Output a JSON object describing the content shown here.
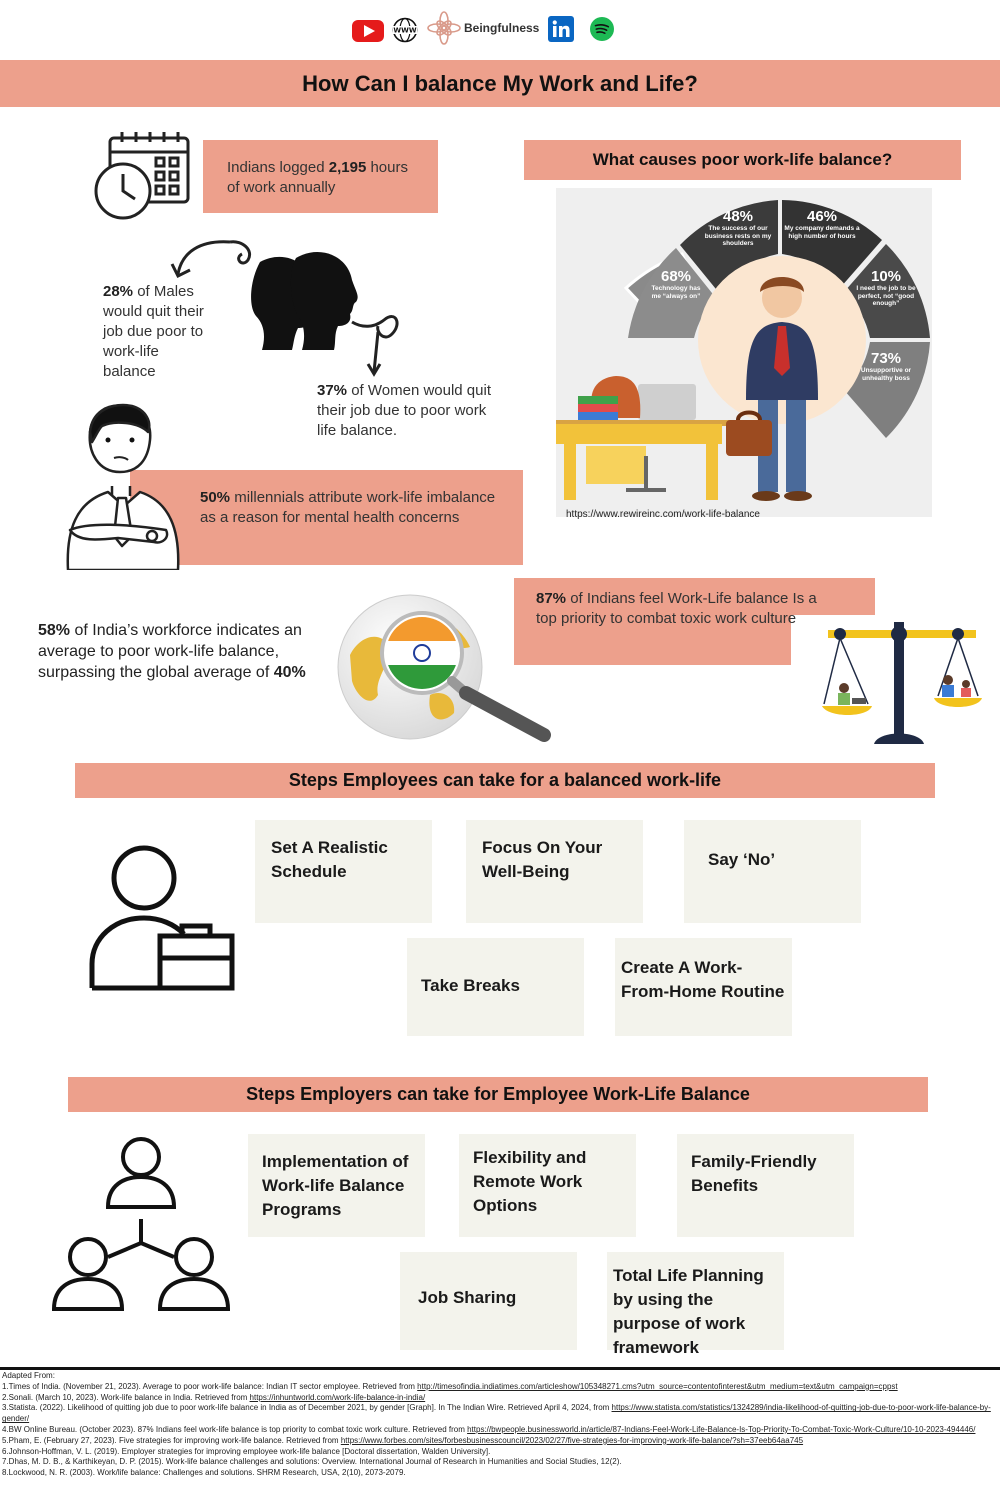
{
  "brand": {
    "name": "Beingfulness"
  },
  "title": "How Can I balance My Work and Life?",
  "stats": {
    "hours": {
      "pre": "Indians logged ",
      "bold": "2,195",
      "post": " hours of work annually"
    },
    "males": {
      "bold": "28%",
      "post": " of Males would quit their job due poor to work-life balance"
    },
    "women": {
      "bold": "37%",
      "post": " of Women would quit their job due to poor work life balance."
    },
    "millennials": {
      "bold": "50%",
      "post": " millennials attribute work-life imbalance as a reason for mental health concerns"
    },
    "india": {
      "bold1": "58%",
      "mid": " of India’s workforce indicates an average to poor work-life balance, surpassing the global average of ",
      "bold2": "40%"
    },
    "priority": {
      "bold": "87%",
      "post": " of Indians feel Work-Life balance Is a top priority to combat toxic work culture"
    }
  },
  "causes": {
    "title": "What causes  poor work-life  balance?",
    "source": "https://www.rewireinc.com/work-life-balance",
    "segments": [
      {
        "pct": "68%",
        "label": "Technology has me “always on”"
      },
      {
        "pct": "48%",
        "label": "The success of our business rests on my shoulders"
      },
      {
        "pct": "46%",
        "label": "My company demands a high number of hours"
      },
      {
        "pct": "10%",
        "label": "I need the job to be perfect, not “good enough”"
      },
      {
        "pct": "73%",
        "label": "Unsupportive or unhealthy boss"
      }
    ]
  },
  "employees": {
    "title": "Steps Employees can take for a balanced work-life",
    "steps": [
      "Set A Realistic Schedule",
      "Focus On Your Well-Being",
      "Say ‘No’",
      "Take Breaks",
      "Create A Work-From-Home Routine"
    ]
  },
  "employers": {
    "title": "Steps Employers can take for Employee Work-Life Balance",
    "steps": [
      "Implementation of Work-life Balance Programs",
      "Flexibility and Remote Work Options",
      "Family-Friendly Benefits",
      "Job Sharing",
      "Total Life Planning by using the purpose of work framework"
    ]
  },
  "references": {
    "heading": "Adapted From:",
    "items": [
      {
        "text": "1.Times of India. (November 21, 2023). Average to poor work-life balance: Indian IT sector employee. Retrieved from ",
        "link": "http://timesofindia.indiatimes.com/articleshow/105348271.cms?utm_source=contentofinterest&utm_medium=text&utm_campaign=cppst"
      },
      {
        "text": "2.Sonali. (March 10, 2023). Work-life balance in India. Retrieved from ",
        "link": "https://inhuntworld.com/work-life-balance-in-india/"
      },
      {
        "text": "3.Statista. (2022). Likelihood of quitting job due to poor work-life balance in India as of December 2021, by gender [Graph]. In The Indian Wire. Retrieved April 4, 2024, from ",
        "link": "https://www.statista.com/statistics/1324289/india-likelihood-of-quitting-job-due-to-poor-work-life-balance-by-gender/"
      },
      {
        "text": "4.BW Online Bureau. (October 2023). 87% Indians feel work-life balance is top priority to combat toxic work culture. Retrieved from ",
        "link": "https://bwpeople.businessworld.in/article/87-Indians-Feel-Work-Life-Balance-Is-Top-Priority-To-Combat-Toxic-Work-Culture/10-10-2023-494446/"
      },
      {
        "text": "5.Pham, E. (February 27, 2023). Five strategies for improving work-life balance. Retrieved from ",
        "link": "https://www.forbes.com/sites/forbesbusinesscouncil/2023/02/27/five-strategies-for-improving-work-life-balance/?sh=37eeb64aa745"
      },
      {
        "text": "6.Johnson-Hoffman, V. L. (2019). Employer strategies for improving employee work-life balance [Doctoral dissertation, Walden University].",
        "link": ""
      },
      {
        "text": "7.Dhas, M. D. B., & Karthikeyan, D. P. (2015). Work-life balance challenges and solutions: Overview. International Journal of Research in Humanities and Social Studies, 12(2).",
        "link": ""
      },
      {
        "text": "8.Lockwood, N. R. (2003). Work/life balance: Challenges and solutions. SHRM Research, USA, 2(10), 2073-2079.",
        "link": ""
      }
    ]
  }
}
